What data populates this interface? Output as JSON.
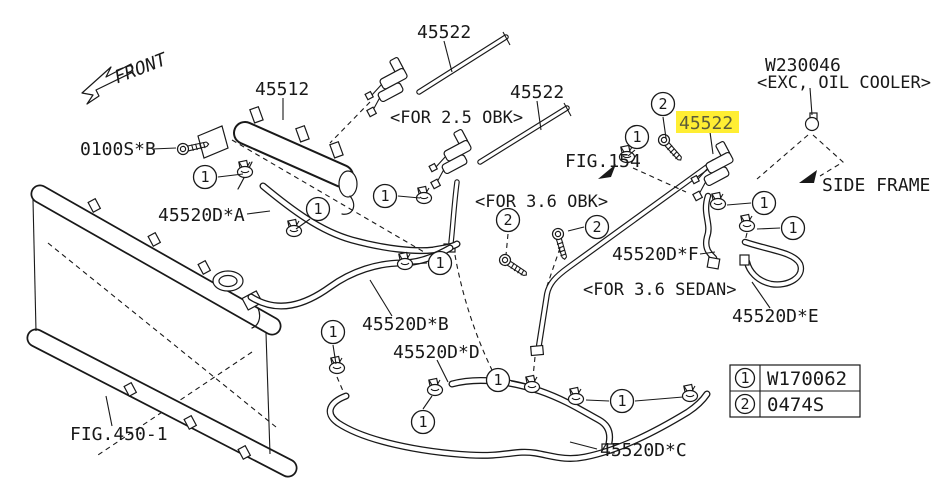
{
  "diagram": {
    "orientation_label": "FRONT",
    "labels": {
      "bracket": "45512",
      "pipe_25_obk": "45522",
      "variant_25_obk": "<FOR 2.5 OBK>",
      "pipe_36_obk": "45522",
      "variant_36_obk": "<FOR 3.6 OBK>",
      "pipe_36_sedan_highlighted": "45522",
      "variant_36_sedan": "<FOR 3.6 SEDAN>",
      "bolt_part": "0100S*B",
      "clip_part": "W230046",
      "clip_note": "<EXC, OIL COOLER>",
      "side_frame": "SIDE FRAME",
      "fig_engine_ref": "FIG.154",
      "fig_radiator_ref": "FIG.450-1",
      "hose_a": "45520D*A",
      "hose_b": "45520D*B",
      "hose_c": "45520D*C",
      "hose_d": "45520D*D",
      "hose_e": "45520D*E",
      "hose_f": "45520D*F"
    },
    "highlight": {
      "part": "45522",
      "color": "#ffee33"
    },
    "callout_markers": {
      "clamp": "1",
      "screw": "2"
    },
    "legend": {
      "rows": [
        {
          "num": "1",
          "part": "W170062"
        },
        {
          "num": "2",
          "part": "0474S"
        }
      ]
    }
  }
}
